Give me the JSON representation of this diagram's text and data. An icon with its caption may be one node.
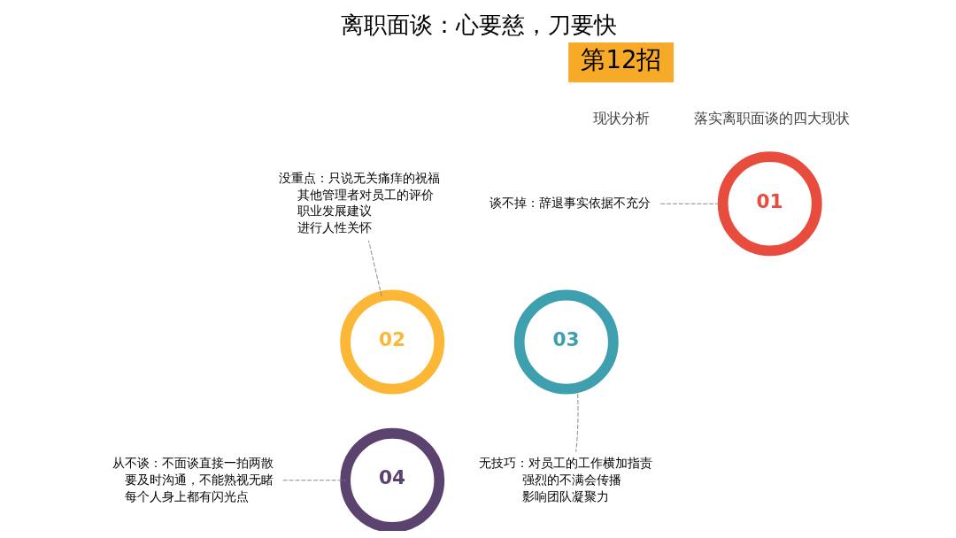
{
  "diagram": {
    "title": "离职面谈：心要慈，刀要快",
    "nodes": [
      {
        "text": [
          "第12招"
        ]
      },
      {
        "text": [
          "01"
        ]
      },
      {
        "text": [
          "02"
        ]
      },
      {
        "text": [
          "03"
        ]
      },
      {
        "text": [
          "04"
        ]
      },
      {
        "text": [
          "谈不掉：辞退事实依据不充分"
        ]
      },
      {
        "text": [
          "没重点：只说无关痛痒的祝福",
          "其他管理者对员工的评价",
          "职业发展建议",
          "进行人性关怀"
        ]
      },
      {
        "text": [
          "无技巧：对员工的工作横加指责",
          "强烈的不满会传播",
          "影响团队凝聚力"
        ]
      },
      {
        "text": [
          "从不谈：不面谈直接一拍两散",
          "要及时沟通，不能熟视无睹",
          "每个人身上都有闪光点"
        ]
      }
    ],
    "edges": [
      {
        "from": 5,
        "to": 1,
        "arrow": "none",
        "style": "dashed"
      },
      {
        "from": 2,
        "to": 6,
        "arrow": "none",
        "style": "dashed"
      },
      {
        "from": 3,
        "to": 7,
        "arrow": "none",
        "style": "dashed"
      },
      {
        "from": 8,
        "to": 4,
        "arrow": "none",
        "style": "dashed"
      }
    ],
    "labels": [
      "现状分析",
      "落实离职面谈的四大现状"
    ]
  }
}
